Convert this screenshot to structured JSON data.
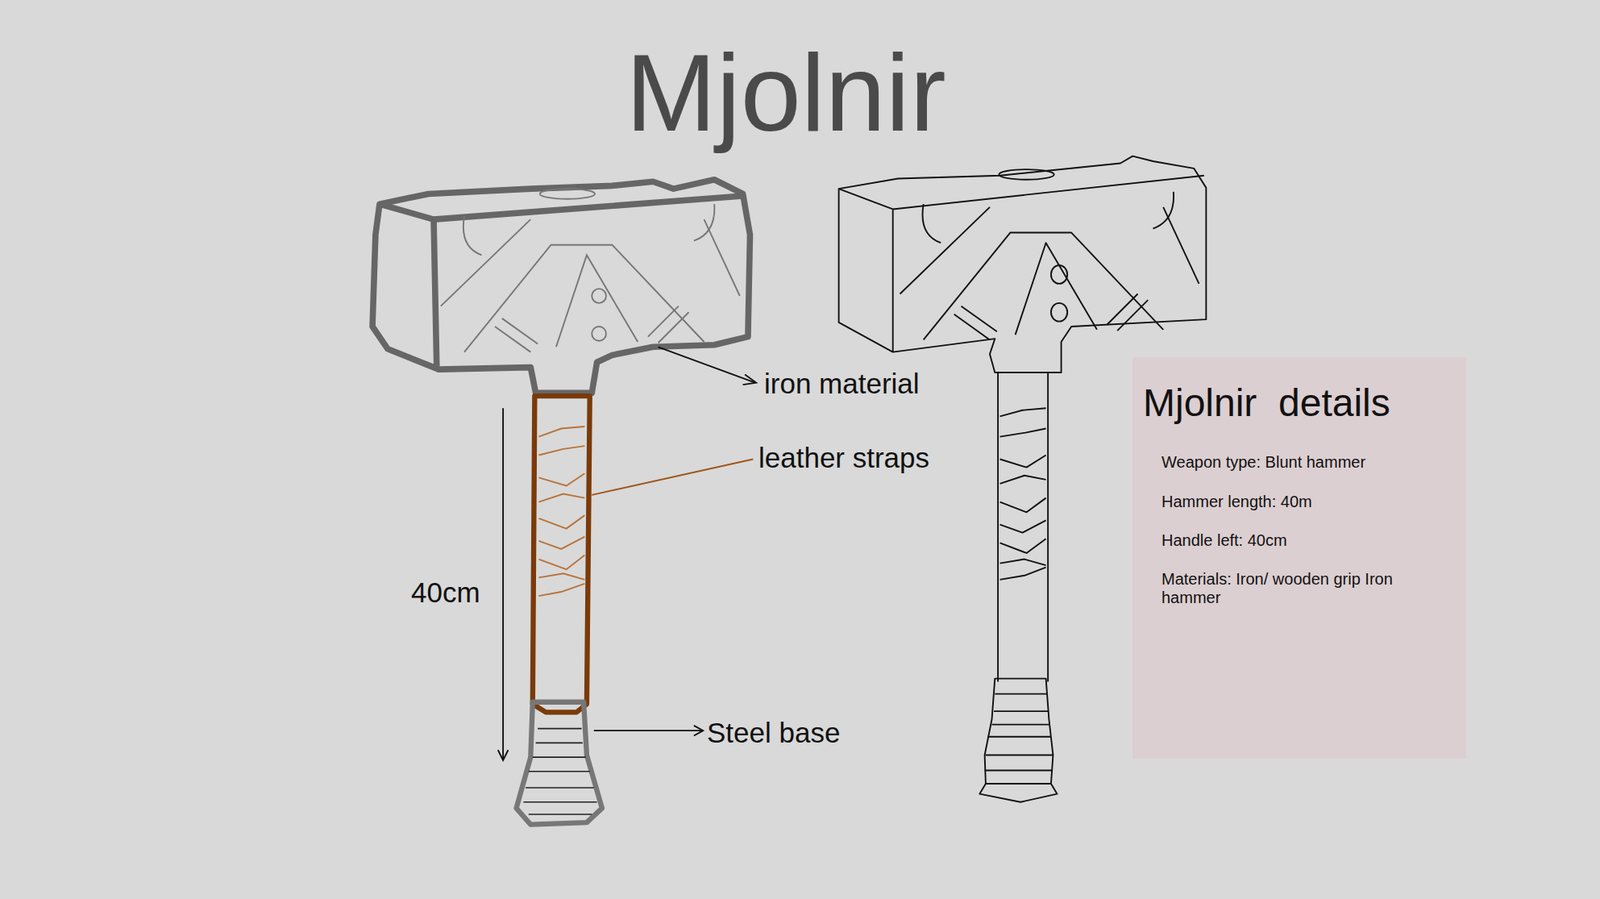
{
  "diagram": {
    "title": "Mjolnir",
    "nodes": [
      {
        "text": [
          "Mjolnir  details",
          "Weapon type: Blunt hammer",
          "Hammer length: 40m",
          "Handle left: 40cm",
          "Materials: Iron/ wooden grip Iron hammer"
        ]
      }
    ],
    "labels": [
      "iron material",
      "leather straps",
      "40cm",
      "Steel base"
    ]
  }
}
